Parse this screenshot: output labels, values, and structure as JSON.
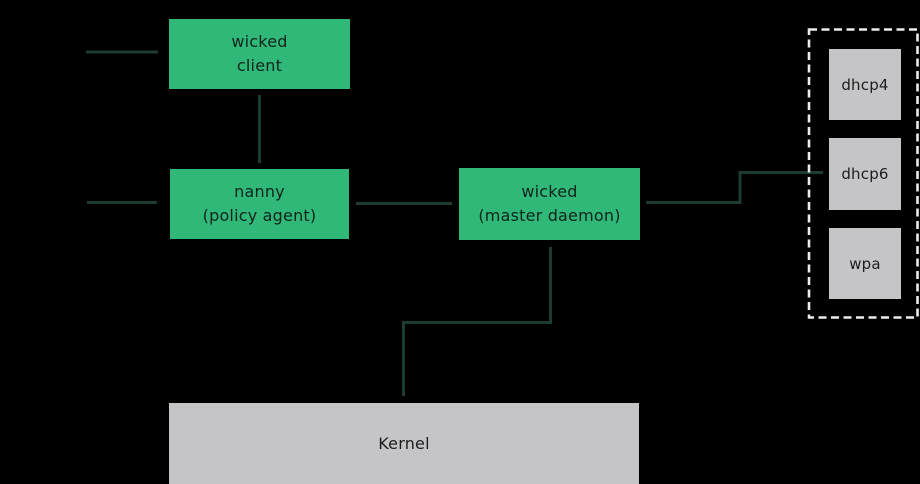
{
  "colors": {
    "background": "#000000",
    "node_green": "#30b878",
    "node_gray": "#c5c5c7",
    "connector": "#1b3b33",
    "dashed_border": "#ececec",
    "text_dark": "#10231c",
    "text_black": "#1d1d1d"
  },
  "nodes": {
    "wicked_client": {
      "label": "wicked\nclient"
    },
    "nanny": {
      "label": "nanny\n(policy agent)"
    },
    "wicked_master": {
      "label": "wicked\n(master daemon)"
    },
    "kernel": {
      "label": "Kernel"
    },
    "dhcp4": {
      "label": "dhcp4"
    },
    "dhcp6": {
      "label": "dhcp6"
    },
    "wpa": {
      "label": "wpa"
    }
  }
}
